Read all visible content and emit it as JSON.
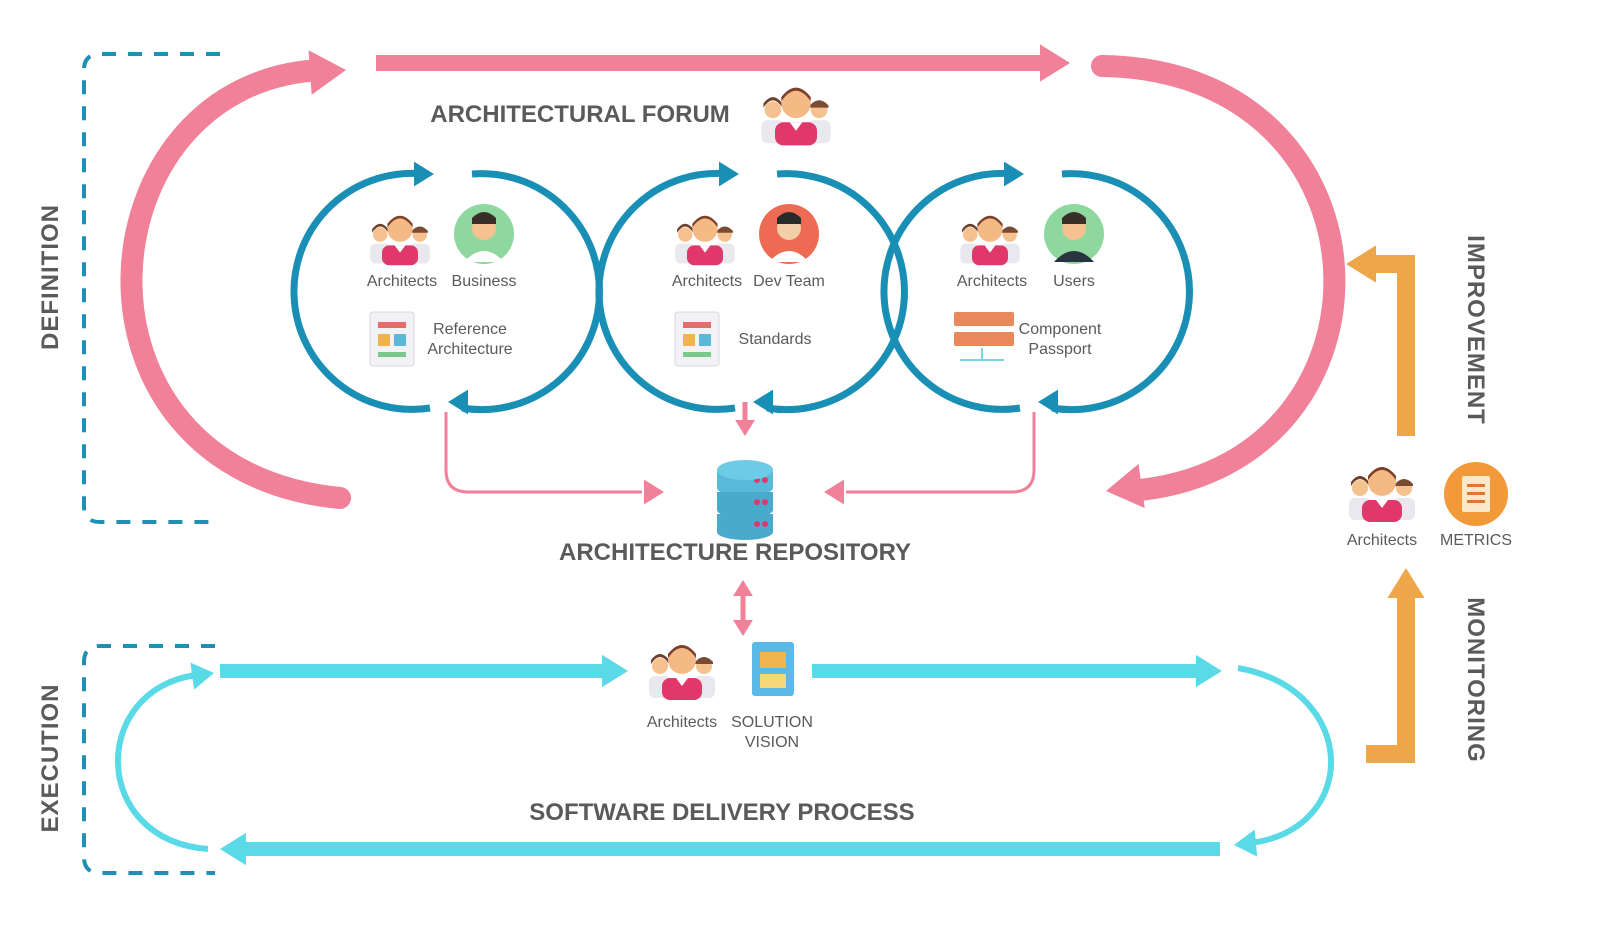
{
  "colors": {
    "pink": "#f08198",
    "teal": "#1a8fb5",
    "cyan": "#5ad9e6",
    "orange": "#eea64b",
    "text": "#5a5a5a",
    "dashed": "#1f8fb3"
  },
  "labels": {
    "definition": "DEFINITION",
    "execution": "EXECUTION",
    "improvement": "IMPROVEMENT",
    "monitoring": "MONITORING",
    "forum": "ARCHITECTURAL FORUM",
    "repository": "ARCHITECTURE REPOSITORY",
    "delivery": "SOFTWARE DELIVERY PROCESS"
  },
  "cycles": [
    {
      "left": "Architects",
      "right": "Business",
      "artifact": [
        "Reference",
        "Architecture"
      ],
      "right_icon": "business-person-icon",
      "artifact_icon": "reference-architecture-icon"
    },
    {
      "left": "Architects",
      "right": "Dev Team",
      "artifact": [
        "Standards"
      ],
      "right_icon": "developer-icon",
      "artifact_icon": "standards-document-icon"
    },
    {
      "left": "Architects",
      "right": "Users",
      "artifact": [
        "Component",
        "Passport"
      ],
      "right_icon": "user-person-icon",
      "artifact_icon": "server-rack-icon"
    }
  ],
  "delivery_actors": {
    "left": "Architects",
    "right": [
      "SOLUTION",
      "VISION"
    ]
  },
  "metrics_actors": {
    "left": "Architects",
    "right": "METRICS"
  }
}
